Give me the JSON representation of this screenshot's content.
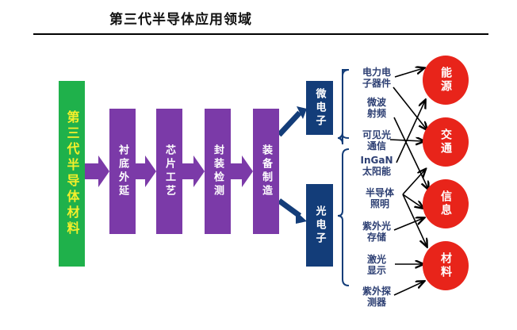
{
  "title": "第三代半导体应用领域",
  "material": "第三代半导体材料",
  "process_steps": [
    "衬底外延",
    "芯片工艺",
    "封装检测",
    "装备制造"
  ],
  "branches": [
    "微电子",
    "光电子"
  ],
  "applications": {
    "microelectronics": [
      "电力电子器件",
      "微波射频",
      "可见光通信"
    ],
    "optoelectronics": [
      "InGaN太阳能",
      "半导体照明",
      "紫外光存储",
      "激光显示",
      "紫外探测器"
    ]
  },
  "app_labels": [
    [
      "电力电",
      "子器件"
    ],
    [
      "微波",
      "射频"
    ],
    [
      "可见光",
      "通信"
    ],
    [
      "InGaN",
      "太阳能"
    ],
    [
      "半导体",
      "照明"
    ],
    [
      "紫外光",
      "存储"
    ],
    [
      "激光",
      "显示"
    ],
    [
      "紫外探",
      "测器"
    ]
  ],
  "fields": [
    "能源",
    "交通",
    "信息",
    "材料"
  ],
  "connections": [
    {
      "from": "电力电子器件",
      "to": "能源"
    },
    {
      "from": "电力电子器件",
      "to": "交通"
    },
    {
      "from": "微波射频",
      "to": "信息"
    },
    {
      "from": "可见光通信",
      "to": "交通"
    },
    {
      "from": "InGaN太阳能",
      "to": "能源"
    },
    {
      "from": "半导体照明",
      "to": "交通"
    },
    {
      "from": "半导体照明",
      "to": "信息"
    },
    {
      "from": "半导体照明",
      "to": "材料"
    },
    {
      "from": "紫外光存储",
      "to": "信息"
    },
    {
      "from": "激光显示",
      "to": "材料"
    },
    {
      "from": "紫外探测器",
      "to": "材料"
    }
  ],
  "colors": {
    "material": "#1fb14b",
    "material_text": "#f4ef2b",
    "process": "#7b3aa8",
    "branch": "#133d79",
    "field": "#e8241a",
    "app_text": "#2d3f73"
  }
}
